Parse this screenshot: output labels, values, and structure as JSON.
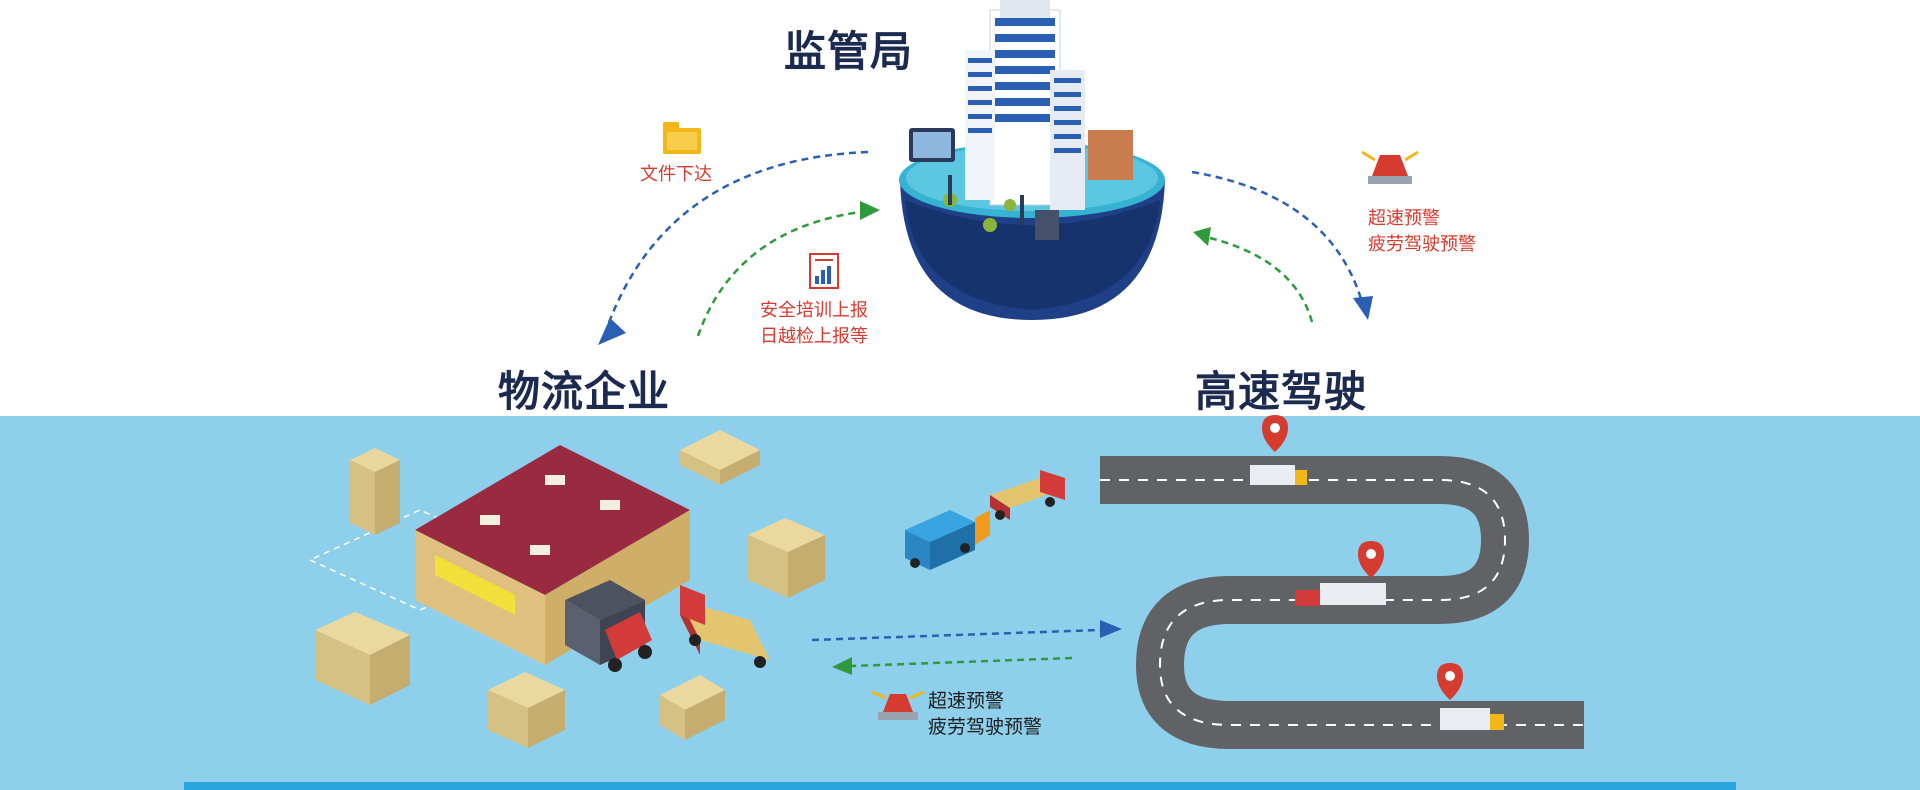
{
  "nodes": {
    "regulator": "监管局",
    "logistics": "物流企业",
    "driving": "高速驾驶"
  },
  "labels": {
    "doc_issue": "文件下达",
    "report_line1": "安全培训上报",
    "report_line2": "日越检上报等",
    "alarm_top_line1": "超速预警",
    "alarm_top_line2": "疲劳驾驶预警",
    "alarm_bottom_line1": "超速预警",
    "alarm_bottom_line2": "疲劳驾驶预警"
  },
  "colors": {
    "blue_arrow": "#2b5fb4",
    "green_arrow": "#2e9a3c",
    "red_text": "#d63b2f",
    "title_text": "#1b2a4e",
    "band": "#8ed0ec",
    "road": "#606266"
  },
  "icons": {
    "doc": "folder-icon",
    "report": "report-chart-icon",
    "alarm": "siren-icon",
    "location": "map-pin-icon"
  }
}
